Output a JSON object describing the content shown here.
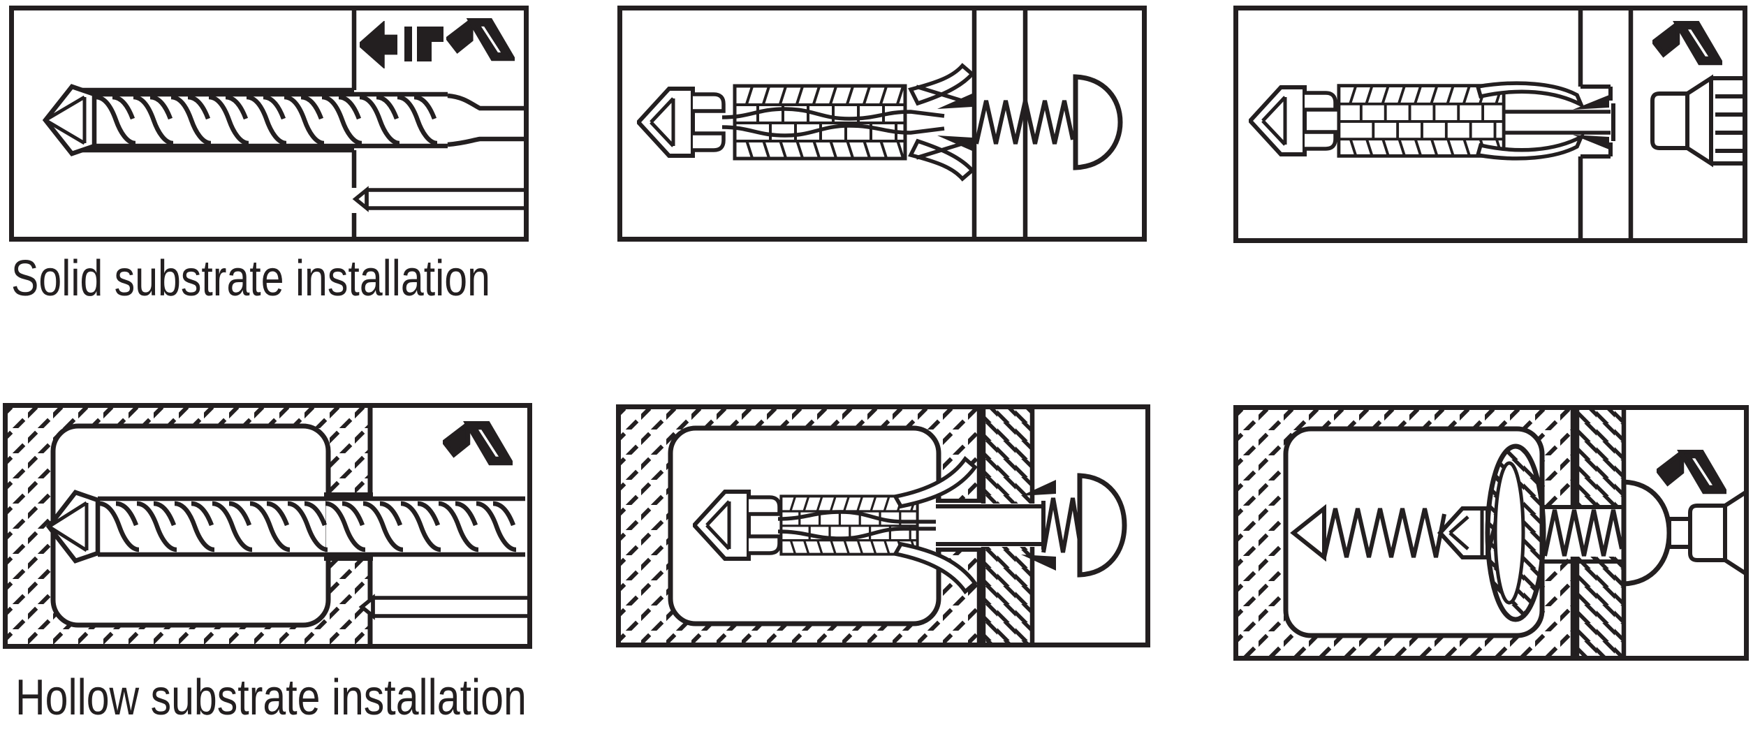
{
  "colors": {
    "ink": "#231f20",
    "paper": "#ffffff"
  },
  "sections": [
    {
      "id": "solid",
      "label": "Solid substrate installation",
      "panels": [
        {
          "id": "solid-step-1",
          "objects": [
            "solid-wall",
            "drilled-hole",
            "masonry-drill-bit",
            "pointed-rod"
          ],
          "icons": [
            "left-arrow-icon",
            "hammer-icon"
          ]
        },
        {
          "id": "solid-step-2",
          "objects": [
            "expansion-anchor",
            "fixture-plate",
            "pan-head-screw"
          ],
          "icons": []
        },
        {
          "id": "solid-step-3",
          "objects": [
            "expansion-anchor",
            "wall-face",
            "driver-nose"
          ],
          "icons": [
            "hammer-icon"
          ]
        }
      ]
    },
    {
      "id": "hollow",
      "label": "Hollow substrate installation",
      "panels": [
        {
          "id": "hollow-step-1",
          "objects": [
            "hollow-wall",
            "cavity",
            "masonry-drill-bit",
            "pointed-rod"
          ],
          "icons": [
            "hammer-icon"
          ]
        },
        {
          "id": "hollow-step-2",
          "objects": [
            "hollow-wall",
            "expansion-anchor",
            "fixture-plate",
            "pan-head-screw"
          ],
          "icons": []
        },
        {
          "id": "hollow-step-3",
          "objects": [
            "hollow-wall",
            "folded-anchor",
            "pan-head-screw",
            "driver-nose"
          ],
          "icons": [
            "hammer-icon"
          ]
        }
      ]
    }
  ]
}
